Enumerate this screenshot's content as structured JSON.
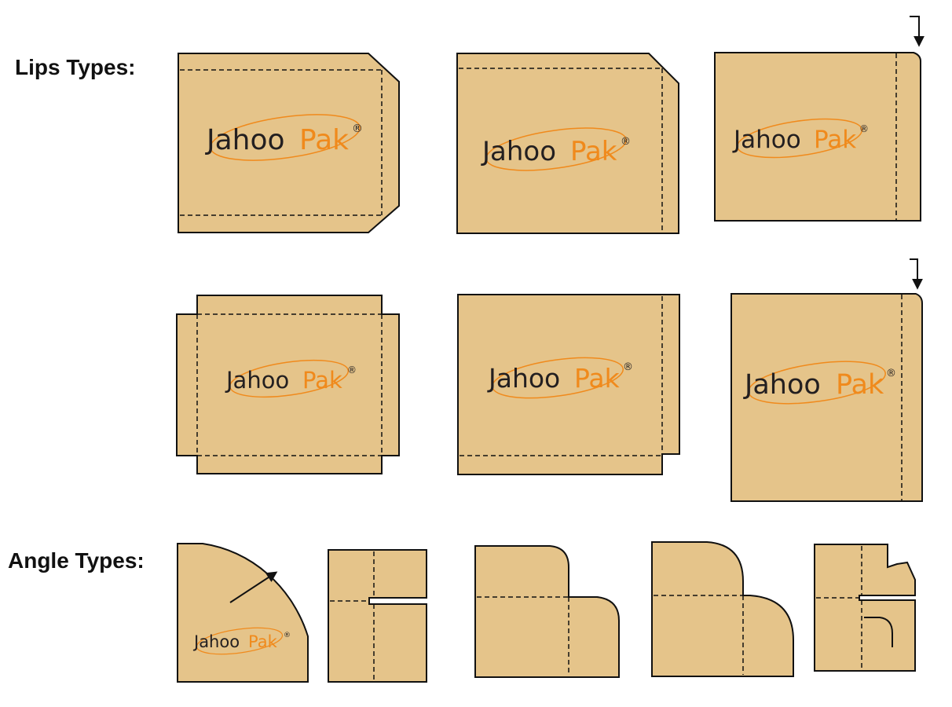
{
  "labels": {
    "lips_types": "Lips Types:",
    "angle_types": "Angle Types:"
  },
  "logo": {
    "part1": "Jahoo",
    "part2": "Pak",
    "registered": "®"
  },
  "colors": {
    "kraft": "#e5c48a",
    "outline": "#111111",
    "logo_dark": "#231f20",
    "logo_orange": "#f08a1c"
  },
  "lips_types": [
    "double-side-lips-angled",
    "single-side-lip-angled",
    "single-side-lip-corner-fold",
    "four-side-lips",
    "two-side-lips",
    "single-side-lip-corner-fold-large"
  ],
  "angle_types": [
    "rounded-corner-with-logo",
    "slit-cross",
    "double-rounded-step",
    "double-rounded-step-large",
    "slit-cross-with-notch"
  ]
}
